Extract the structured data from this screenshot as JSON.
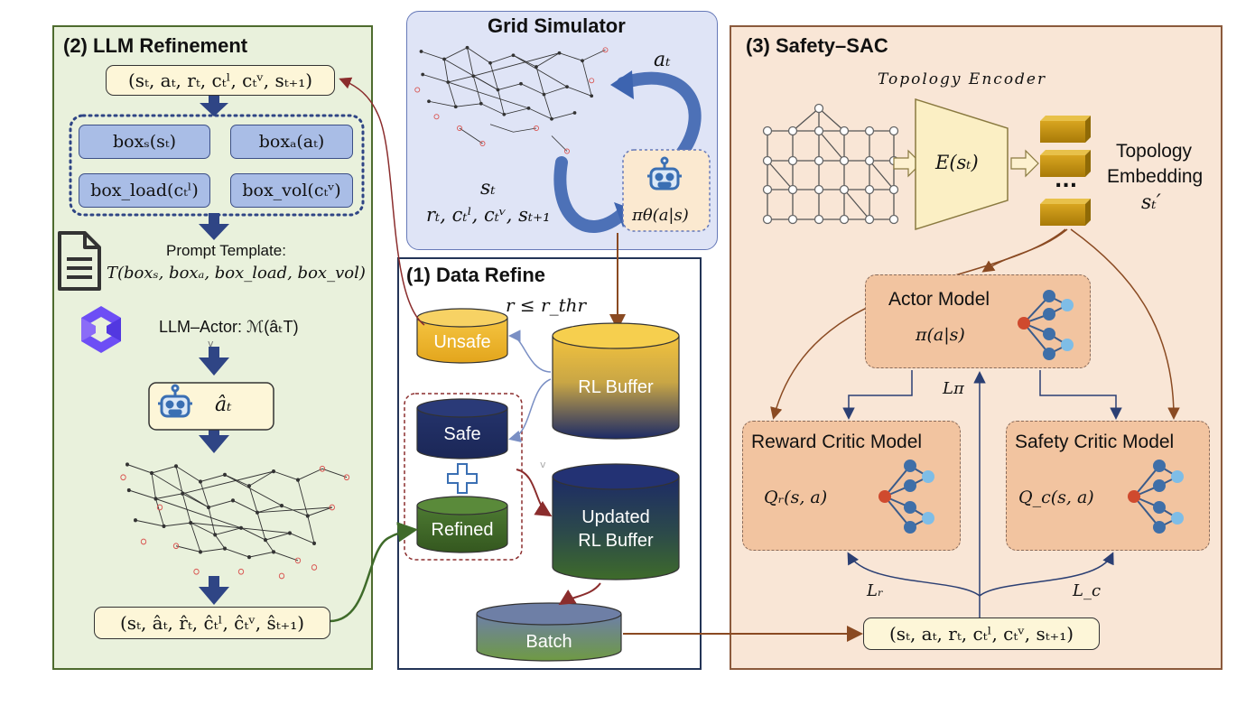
{
  "panels": {
    "llm_refinement": "(2) LLM Refinement",
    "grid_simulator": "Grid Simulator",
    "data_refine": "(1) Data Refine",
    "safety_sac": "(3) Safety–SAC"
  },
  "llm": {
    "tuple_top": "(sₜ, aₜ, rₜ, cₜˡ, cₜᵛ, sₜ₊₁)",
    "box_s": "boxₛ(sₜ)",
    "box_a": "boxₐ(aₜ)",
    "box_load": "box_load(cₜˡ)",
    "box_vol": "box_vol(cₜᵛ)",
    "prompt_label": "Prompt  Template:",
    "prompt_formula": "T(boxₛ, boxₐ, box_load, box_vol)",
    "llm_actor": "LLM–Actor: ℳ(âₜT)",
    "llm_actor_sub": "v",
    "robot_action": "âₜ",
    "tuple_bottom": "(sₜ, âₜ, r̂ₜ, ĉₜˡ, ĉₜᵛ, ŝₜ₊₁)"
  },
  "grid": {
    "action": "aₜ",
    "state": "sₜ",
    "outputs": "rₜ, cₜˡ, cₜᵛ, sₜ₊₁",
    "policy": "πθ(a|s)"
  },
  "data_refine": {
    "threshold": "r ≤ r_thr",
    "unsafe": "Unsafe",
    "rl_buffer": "RL Buffer",
    "safe": "Safe",
    "plus": "+",
    "refined": "Refined",
    "updated_buffer_line1": "Updated",
    "updated_buffer_line2": "RL Buffer",
    "batch": "Batch",
    "tiny_mark": "v"
  },
  "sac": {
    "topology_encoder": "Topology Encoder",
    "encoder_formula": "E(sₜ)",
    "embedding_dots": "...",
    "embedding_line1": "Topology",
    "embedding_line2": "Embedding",
    "embedding_symbol": "sₜ′",
    "actor_title": "Actor Model",
    "actor_formula": "π(a|s)",
    "reward_title": "Reward Critic Model",
    "reward_formula": "Qᵣ(s, a)",
    "safety_title": "Safety Critic Model",
    "safety_formula": "Q_c(s, a)",
    "loss_pi": "Lπ",
    "loss_r": "Lᵣ",
    "loss_c": "L_c",
    "tuple": "(sₜ, aₜ, rₜ, cₜˡ, cₜᵛ, sₜ₊₁)"
  },
  "colors": {
    "llm_bg": "#e9f1dc",
    "llm_border": "#4e6b2e",
    "grid_bg": "#dfe4f6",
    "grid_border": "#6679b8",
    "refine_border": "#233457",
    "sac_bg": "#f9e6d6",
    "sac_border": "#8b5a3c",
    "arrow_blue": "#2b3f73",
    "arrow_brown": "#8a4a22",
    "arrow_red": "#8b2d2d",
    "arrow_green": "#3f6b2a"
  }
}
